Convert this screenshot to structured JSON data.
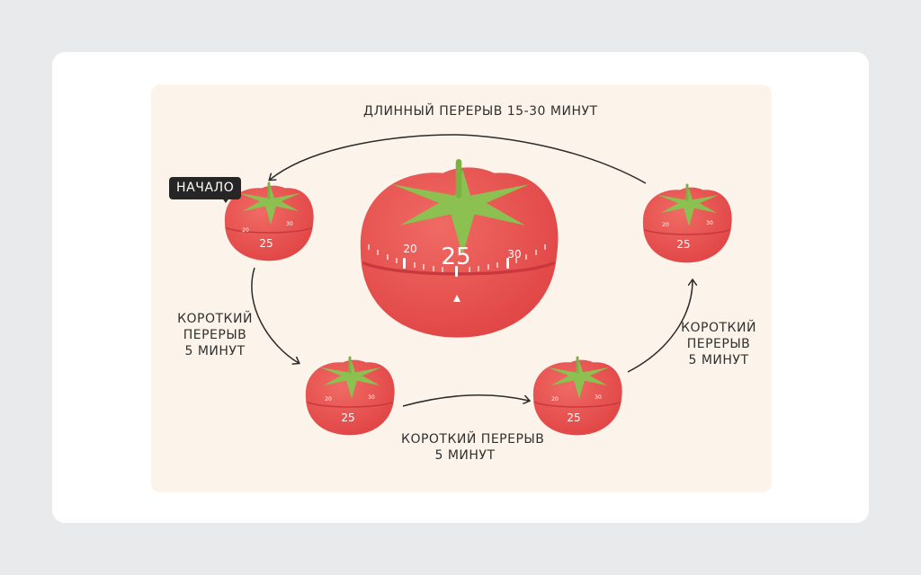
{
  "diagram": {
    "long_break_label": "ДЛИННЫЙ ПЕРЕРЫВ 15-30 МИНУТ",
    "start_badge": "НАЧАЛО",
    "short_break_left": [
      "КОРОТКИЙ",
      "ПЕРЕРЫВ",
      "5 МИНУТ"
    ],
    "short_break_bottom": [
      "КОРОТКИЙ ПЕРЕРЫВ",
      "5 МИНУТ"
    ],
    "short_break_right": [
      "КОРОТКИЙ",
      "ПЕРЕРЫВ",
      "5 МИНУТ"
    ],
    "timer": {
      "current_minutes": "25",
      "tick_left": "20",
      "tick_right": "30"
    }
  },
  "colors": {
    "tomato": "#e84c4c",
    "tomato_dark": "#c9383d",
    "leaves": "#8cc152",
    "panel_bg": "#fcf4ea",
    "arrow": "#2b2b2b"
  },
  "icons": [
    "tomato-timer-icon",
    "speech-bubble-icon",
    "arrow-icon"
  ]
}
